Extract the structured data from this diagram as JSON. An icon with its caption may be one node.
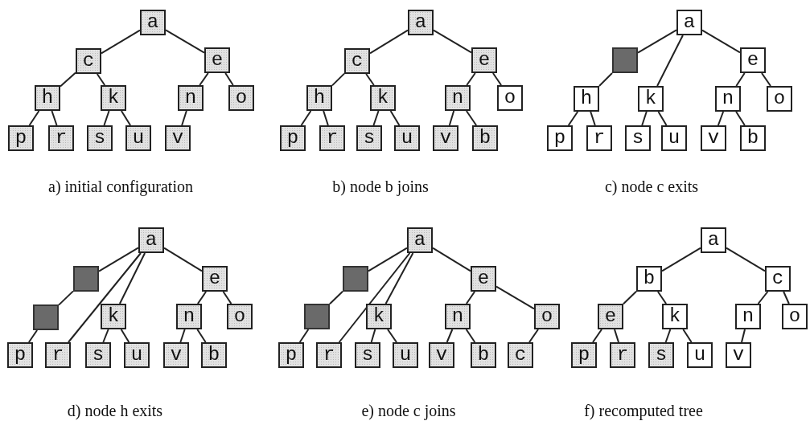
{
  "diagram": {
    "nodes": [
      {
        "text": [
          "a"
        ]
      },
      {
        "text": [
          "c"
        ]
      },
      {
        "text": [
          "e"
        ]
      },
      {
        "text": [
          "h"
        ]
      },
      {
        "text": [
          "k"
        ]
      },
      {
        "text": [
          "n"
        ]
      },
      {
        "text": [
          "o"
        ]
      },
      {
        "text": [
          "p"
        ]
      },
      {
        "text": [
          "r"
        ]
      },
      {
        "text": [
          "s"
        ]
      },
      {
        "text": [
          "u"
        ]
      },
      {
        "text": [
          "v"
        ]
      },
      {
        "text": [
          "a"
        ]
      },
      {
        "text": [
          "c"
        ]
      },
      {
        "text": [
          "e"
        ]
      },
      {
        "text": [
          "h"
        ]
      },
      {
        "text": [
          "k"
        ]
      },
      {
        "text": [
          "n"
        ]
      },
      {
        "text": [
          "o"
        ]
      },
      {
        "text": [
          "p"
        ]
      },
      {
        "text": [
          "r"
        ]
      },
      {
        "text": [
          "s"
        ]
      },
      {
        "text": [
          "u"
        ]
      },
      {
        "text": [
          "v"
        ]
      },
      {
        "text": [
          "b"
        ]
      },
      {
        "text": [
          "a"
        ]
      },
      {
        "text": [],
        "shape": "box"
      },
      {
        "text": [
          "e"
        ]
      },
      {
        "text": [
          "h"
        ]
      },
      {
        "text": [
          "k"
        ]
      },
      {
        "text": [
          "n"
        ]
      },
      {
        "text": [
          "o"
        ]
      },
      {
        "text": [
          "p"
        ]
      },
      {
        "text": [
          "r"
        ]
      },
      {
        "text": [
          "s"
        ]
      },
      {
        "text": [
          "u"
        ]
      },
      {
        "text": [
          "v"
        ]
      },
      {
        "text": [
          "b"
        ]
      },
      {
        "text": [
          "a"
        ]
      },
      {
        "text": [],
        "shape": "box"
      },
      {
        "text": [
          "e"
        ]
      },
      {
        "text": [],
        "shape": "box"
      },
      {
        "text": [
          "k"
        ]
      },
      {
        "text": [
          "n"
        ]
      },
      {
        "text": [
          "o"
        ]
      },
      {
        "text": [
          "p"
        ]
      },
      {
        "text": [
          "r"
        ]
      },
      {
        "text": [
          "s"
        ]
      },
      {
        "text": [
          "u"
        ]
      },
      {
        "text": [
          "v"
        ]
      },
      {
        "text": [
          "b"
        ]
      },
      {
        "text": [
          "a"
        ]
      },
      {
        "text": [],
        "shape": "box"
      },
      {
        "text": [
          "e"
        ]
      },
      {
        "text": [],
        "shape": "box"
      },
      {
        "text": [
          "k"
        ]
      },
      {
        "text": [
          "n"
        ]
      },
      {
        "text": [
          "o"
        ]
      },
      {
        "text": [
          "p"
        ]
      },
      {
        "text": [
          "r"
        ]
      },
      {
        "text": [
          "s"
        ]
      },
      {
        "text": [
          "u"
        ]
      },
      {
        "text": [
          "v"
        ]
      },
      {
        "text": [
          "b"
        ]
      },
      {
        "text": [
          "c"
        ]
      },
      {
        "text": [
          "a"
        ]
      },
      {
        "text": [
          "b"
        ]
      },
      {
        "text": [
          "c"
        ]
      },
      {
        "text": [
          "e"
        ]
      },
      {
        "text": [
          "k"
        ]
      },
      {
        "text": [
          "n"
        ]
      },
      {
        "text": [
          "o"
        ]
      },
      {
        "text": [
          "p"
        ]
      },
      {
        "text": [
          "r"
        ]
      },
      {
        "text": [
          "s"
        ]
      },
      {
        "text": [
          "u"
        ]
      },
      {
        "text": [
          "v"
        ]
      }
    ],
    "edges": [
      {
        "from": 0,
        "to": 1,
        "arrow": "none"
      },
      {
        "from": 0,
        "to": 2,
        "arrow": "none"
      },
      {
        "from": 1,
        "to": 3,
        "arrow": "none"
      },
      {
        "from": 1,
        "to": 4,
        "arrow": "none"
      },
      {
        "from": 2,
        "to": 5,
        "arrow": "none"
      },
      {
        "from": 2,
        "to": 6,
        "arrow": "none"
      },
      {
        "from": 3,
        "to": 7,
        "arrow": "none"
      },
      {
        "from": 3,
        "to": 8,
        "arrow": "none"
      },
      {
        "from": 4,
        "to": 9,
        "arrow": "none"
      },
      {
        "from": 4,
        "to": 10,
        "arrow": "none"
      },
      {
        "from": 5,
        "to": 11,
        "arrow": "none"
      },
      {
        "from": 12,
        "to": 13,
        "arrow": "none"
      },
      {
        "from": 12,
        "to": 14,
        "arrow": "none"
      },
      {
        "from": 13,
        "to": 15,
        "arrow": "none"
      },
      {
        "from": 13,
        "to": 16,
        "arrow": "none"
      },
      {
        "from": 14,
        "to": 17,
        "arrow": "none"
      },
      {
        "from": 14,
        "to": 18,
        "arrow": "none"
      },
      {
        "from": 15,
        "to": 19,
        "arrow": "none"
      },
      {
        "from": 15,
        "to": 20,
        "arrow": "none"
      },
      {
        "from": 16,
        "to": 21,
        "arrow": "none"
      },
      {
        "from": 16,
        "to": 22,
        "arrow": "none"
      },
      {
        "from": 17,
        "to": 23,
        "arrow": "none"
      },
      {
        "from": 17,
        "to": 24,
        "arrow": "none"
      },
      {
        "from": 25,
        "to": 26,
        "arrow": "none"
      },
      {
        "from": 25,
        "to": 29,
        "arrow": "none"
      },
      {
        "from": 25,
        "to": 27,
        "arrow": "none"
      },
      {
        "from": 26,
        "to": 28,
        "arrow": "none"
      },
      {
        "from": 27,
        "to": 30,
        "arrow": "none"
      },
      {
        "from": 27,
        "to": 31,
        "arrow": "none"
      },
      {
        "from": 28,
        "to": 32,
        "arrow": "none"
      },
      {
        "from": 28,
        "to": 33,
        "arrow": "none"
      },
      {
        "from": 29,
        "to": 34,
        "arrow": "none"
      },
      {
        "from": 29,
        "to": 35,
        "arrow": "none"
      },
      {
        "from": 30,
        "to": 36,
        "arrow": "none"
      },
      {
        "from": 30,
        "to": 37,
        "arrow": "none"
      },
      {
        "from": 38,
        "to": 39,
        "arrow": "none"
      },
      {
        "from": 38,
        "to": 46,
        "arrow": "none"
      },
      {
        "from": 38,
        "to": 42,
        "arrow": "none"
      },
      {
        "from": 38,
        "to": 40,
        "arrow": "none"
      },
      {
        "from": 39,
        "to": 41,
        "arrow": "none"
      },
      {
        "from": 41,
        "to": 45,
        "arrow": "none"
      },
      {
        "from": 42,
        "to": 47,
        "arrow": "none"
      },
      {
        "from": 42,
        "to": 48,
        "arrow": "none"
      },
      {
        "from": 40,
        "to": 43,
        "arrow": "none"
      },
      {
        "from": 40,
        "to": 44,
        "arrow": "none"
      },
      {
        "from": 43,
        "to": 49,
        "arrow": "none"
      },
      {
        "from": 43,
        "to": 50,
        "arrow": "none"
      },
      {
        "from": 51,
        "to": 52,
        "arrow": "none"
      },
      {
        "from": 51,
        "to": 59,
        "arrow": "none"
      },
      {
        "from": 51,
        "to": 55,
        "arrow": "none"
      },
      {
        "from": 51,
        "to": 53,
        "arrow": "none"
      },
      {
        "from": 52,
        "to": 54,
        "arrow": "none"
      },
      {
        "from": 54,
        "to": 58,
        "arrow": "none"
      },
      {
        "from": 55,
        "to": 60,
        "arrow": "none"
      },
      {
        "from": 55,
        "to": 61,
        "arrow": "none"
      },
      {
        "from": 53,
        "to": 56,
        "arrow": "none"
      },
      {
        "from": 53,
        "to": 57,
        "arrow": "none"
      },
      {
        "from": 56,
        "to": 62,
        "arrow": "none"
      },
      {
        "from": 56,
        "to": 63,
        "arrow": "none"
      },
      {
        "from": 57,
        "to": 64,
        "arrow": "none"
      },
      {
        "from": 65,
        "to": 66,
        "arrow": "none"
      },
      {
        "from": 65,
        "to": 67,
        "arrow": "none"
      },
      {
        "from": 66,
        "to": 68,
        "arrow": "none"
      },
      {
        "from": 66,
        "to": 69,
        "arrow": "none"
      },
      {
        "from": 67,
        "to": 70,
        "arrow": "none"
      },
      {
        "from": 67,
        "to": 71,
        "arrow": "none"
      },
      {
        "from": 68,
        "to": 72,
        "arrow": "none"
      },
      {
        "from": 68,
        "to": 73,
        "arrow": "none"
      },
      {
        "from": 69,
        "to": 74,
        "arrow": "none"
      },
      {
        "from": 69,
        "to": 75,
        "arrow": "none"
      },
      {
        "from": 70,
        "to": 76,
        "arrow": "none"
      }
    ],
    "labels": [
      "a) initial configuration",
      "b) node b joins",
      "c) node c exits",
      "d) node h exits",
      "e) node c joins",
      "f) recomputed tree"
    ]
  }
}
